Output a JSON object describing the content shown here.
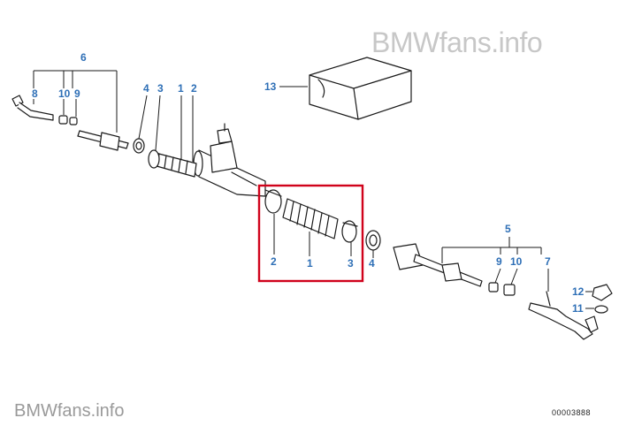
{
  "watermark": {
    "top": "BMWfans.info",
    "bottom": "BMWfans.info"
  },
  "document_number": "00003888",
  "callouts": {
    "c1a": "1",
    "c2a": "2",
    "c3a": "3",
    "c4a": "4",
    "c6": "6",
    "c8": "8",
    "c10a": "10",
    "c9a": "9",
    "c13": "13",
    "c2b": "2",
    "c1b": "1",
    "c3b": "3",
    "c4b": "4",
    "c5": "5",
    "c9b": "9",
    "c10b": "10",
    "c7": "7",
    "c12": "12",
    "c11": "11"
  },
  "colors": {
    "callout": "#2e6fb6",
    "highlight": "#d0021b",
    "line": "#1a1a1a"
  }
}
